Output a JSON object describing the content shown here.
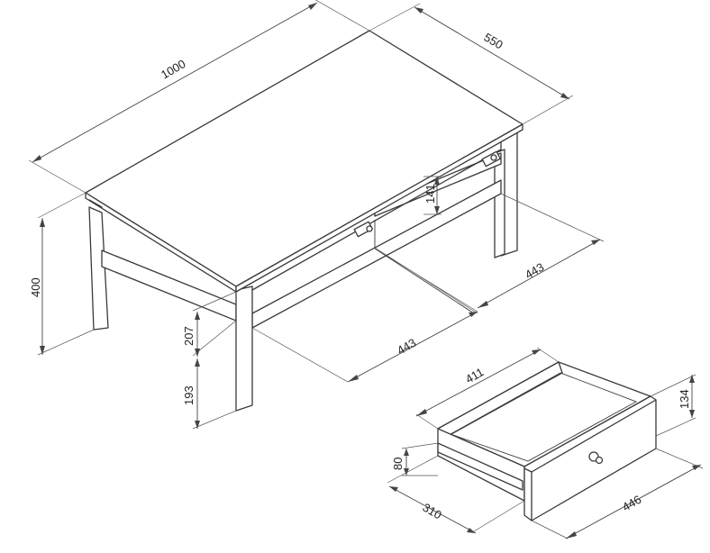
{
  "dimensions": {
    "table_length": "1000",
    "table_width": "550",
    "table_height": "400",
    "drawer_opening_height": "141",
    "shelf_depth": "443",
    "shelf_width": "443",
    "shelf_height_upper": "207",
    "shelf_height_lower": "193",
    "drawer_width": "411",
    "drawer_height": "134",
    "drawer_side_height": "80",
    "drawer_depth": "310",
    "drawer_front_width": "446"
  }
}
